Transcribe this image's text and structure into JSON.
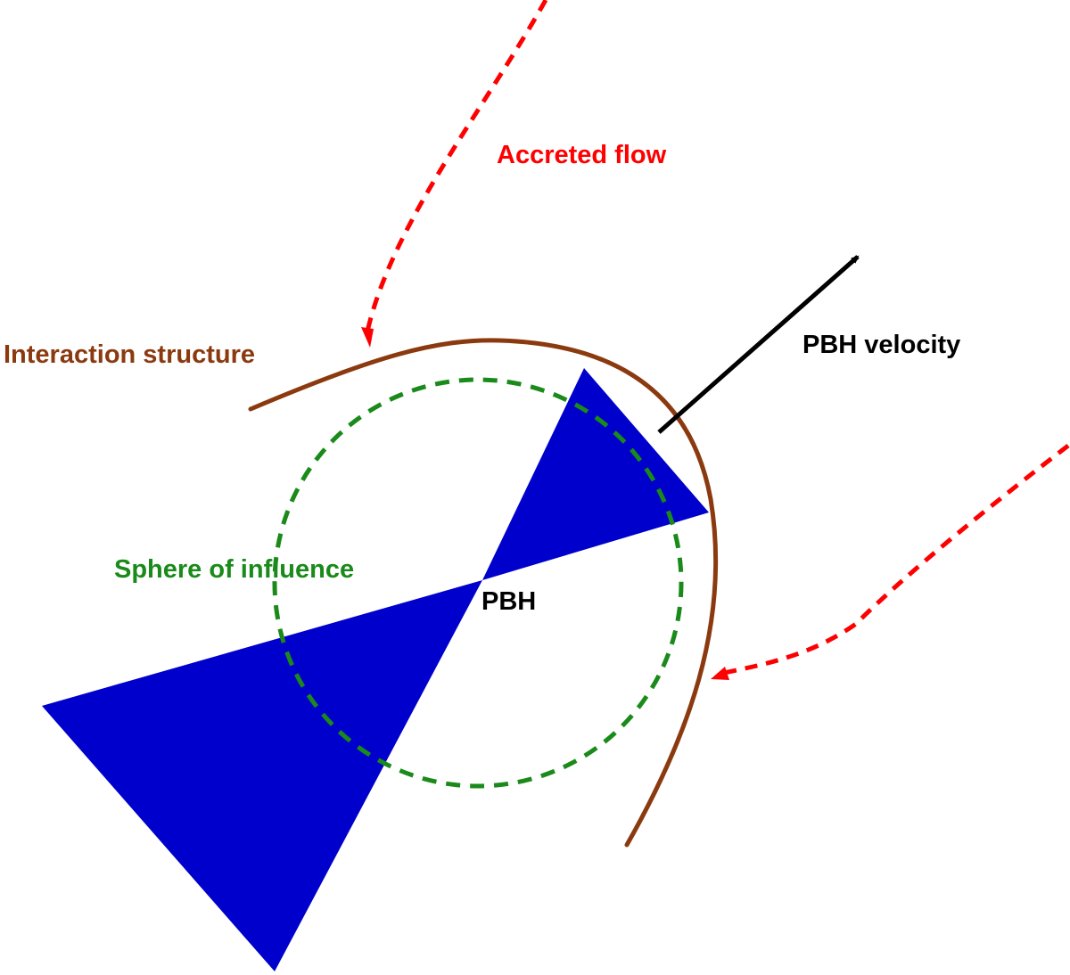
{
  "labels": {
    "accreted_flow": "Accreted flow",
    "interaction_structure": "Interaction structure",
    "pbh_velocity": "PBH velocity",
    "sphere_of_influence": "Sphere of influence",
    "pbh": "PBH"
  },
  "colors": {
    "accreted_flow": "#ff0000",
    "interaction_structure": "#8b3a0f",
    "sphere_of_influence": "#1a8a1a",
    "jet_cone": "#0000cc",
    "velocity": "#000000",
    "pbh_label": "#000000",
    "background": "#ffffff"
  }
}
